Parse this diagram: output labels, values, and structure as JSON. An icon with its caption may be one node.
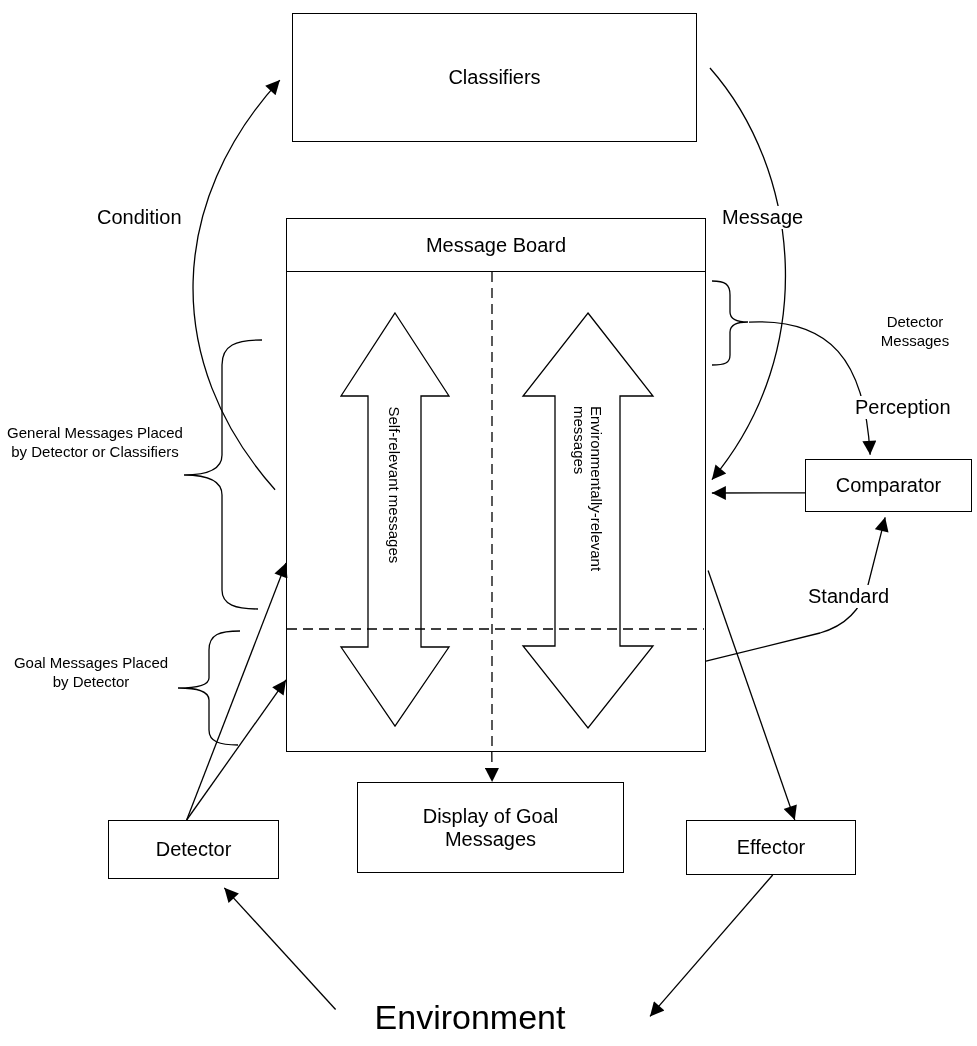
{
  "diagram": {
    "nodes": [
      {
        "text": [
          "Classifiers"
        ]
      },
      {
        "text": [
          "Message Board"
        ]
      },
      {
        "text": [
          "Self-relevant messages"
        ],
        "in": 1
      },
      {
        "text": [
          "Environmentally-relevant messages"
        ],
        "in": 1
      },
      {
        "text": [
          "Comparator"
        ]
      },
      {
        "text": [
          "Display of Goal Messages"
        ]
      },
      {
        "text": [
          "Detector"
        ]
      },
      {
        "text": [
          "Effector"
        ]
      },
      {
        "text": [
          "Environment"
        ]
      },
      {
        "text": [],
        "shape": "brace"
      }
    ],
    "edges": [
      {
        "from": 1,
        "to": 0,
        "arrow": "to",
        "label": "Condition"
      },
      {
        "from": 0,
        "to": 1,
        "arrow": "to",
        "label": "Message"
      },
      {
        "from": 4,
        "to": 1,
        "arrow": "to"
      },
      {
        "from": 9,
        "to": 4,
        "arrow": "to",
        "label": "Perception"
      },
      {
        "from": 1,
        "to": 4,
        "arrow": "to",
        "label": "Standard"
      },
      {
        "from": 1,
        "to": 7,
        "arrow": "to"
      },
      {
        "from": 1,
        "to": 5,
        "arrow": "to",
        "style": "dashed"
      },
      {
        "from": 6,
        "to": 1,
        "arrow": "to"
      },
      {
        "from": 6,
        "to": 1,
        "arrow": "to"
      },
      {
        "from": 8,
        "to": 6,
        "arrow": "to"
      },
      {
        "from": 7,
        "to": 8,
        "arrow": "to"
      }
    ],
    "labels": [
      "Detector Messages",
      "General Messages Placed by Detector or Classifiers",
      "Goal Messages Placed by Detector"
    ]
  }
}
